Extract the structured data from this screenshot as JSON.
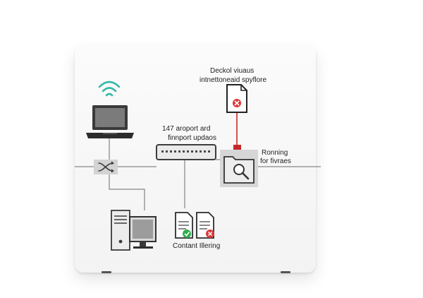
{
  "labels": {
    "top_line1": "Deckol viuaus",
    "top_line2": "intnettoneaid spyflore",
    "mid_line1": "147 aroport ard",
    "mid_line2": "finnport updaos",
    "right_line1": "Ronning",
    "right_line2": "for fivraes",
    "bottom": "Contant Illering"
  },
  "colors": {
    "wifi": "#35b9a7",
    "blocked": "#d93a3a",
    "allowed": "#2fae4e",
    "line": "#6b6b6b",
    "alert_line": "#c62828"
  },
  "icons": {
    "wifi": "wifi-icon",
    "laptop": "laptop-icon",
    "switch": "shuffle-icon",
    "router": "network-switch-icon",
    "blocked_file": "blocked-file-icon",
    "scan": "file-scan-icon",
    "desktop": "desktop-computer-icon",
    "allowed_doc": "allowed-document-icon",
    "blocked_doc": "blocked-document-icon"
  }
}
